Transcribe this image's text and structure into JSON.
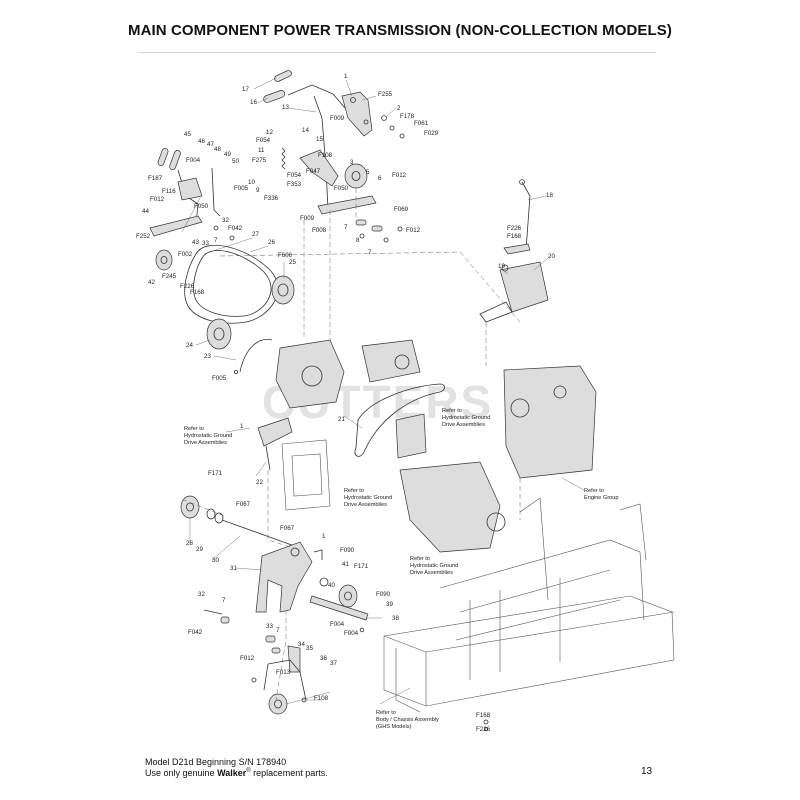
{
  "page": {
    "title": "MAIN COMPONENT POWER TRANSMISSION (NON-COLLECTION MODELS)",
    "footer_model": "Model D21d Beginning S/N 178940",
    "footer_use_pre": "Use only genuine ",
    "footer_brand": "Walker",
    "footer_reg": "®",
    "footer_use_post": " replacement parts.",
    "page_number": "13",
    "watermark": "CUTTERS"
  },
  "callouts": [
    {
      "id": "c-1a",
      "text": "1"
    },
    {
      "id": "c-17",
      "text": "17"
    },
    {
      "id": "c-16",
      "text": "16"
    },
    {
      "id": "c-13",
      "text": "13"
    },
    {
      "id": "c-F255",
      "text": "F255"
    },
    {
      "id": "c-2",
      "text": "2"
    },
    {
      "id": "c-F178",
      "text": "F178"
    },
    {
      "id": "c-F061",
      "text": "F061"
    },
    {
      "id": "c-F029",
      "text": "F029"
    },
    {
      "id": "c-F009a",
      "text": "F009"
    },
    {
      "id": "c-14",
      "text": "14"
    },
    {
      "id": "c-12",
      "text": "12"
    },
    {
      "id": "c-15",
      "text": "15"
    },
    {
      "id": "c-F054a",
      "text": "F054"
    },
    {
      "id": "c-11",
      "text": "11"
    },
    {
      "id": "c-F108a",
      "text": "F108"
    },
    {
      "id": "c-F275",
      "text": "F275"
    },
    {
      "id": "c-10",
      "text": "10"
    },
    {
      "id": "c-F054b",
      "text": "F054"
    },
    {
      "id": "c-F047",
      "text": "F047"
    },
    {
      "id": "c-F353",
      "text": "F353"
    },
    {
      "id": "c-9",
      "text": "9"
    },
    {
      "id": "c-F005a",
      "text": "F005"
    },
    {
      "id": "c-F336",
      "text": "F336"
    },
    {
      "id": "c-3",
      "text": "3"
    },
    {
      "id": "c-5",
      "text": "5"
    },
    {
      "id": "c-6",
      "text": "6"
    },
    {
      "id": "c-F012a",
      "text": "F012"
    },
    {
      "id": "c-F050a",
      "text": "F050"
    },
    {
      "id": "c-F069",
      "text": "F069"
    },
    {
      "id": "c-F009b",
      "text": "F009"
    },
    {
      "id": "c-7a",
      "text": "7"
    },
    {
      "id": "c-F008",
      "text": "F008"
    },
    {
      "id": "c-8",
      "text": "8"
    },
    {
      "id": "c-7b",
      "text": "7"
    },
    {
      "id": "c-F012b",
      "text": "F012"
    },
    {
      "id": "c-45",
      "text": "45"
    },
    {
      "id": "c-46",
      "text": "46"
    },
    {
      "id": "c-47",
      "text": "47"
    },
    {
      "id": "c-48",
      "text": "48"
    },
    {
      "id": "c-49",
      "text": "49"
    },
    {
      "id": "c-F004a",
      "text": "F004"
    },
    {
      "id": "c-50",
      "text": "50"
    },
    {
      "id": "c-F187",
      "text": "F187"
    },
    {
      "id": "c-F116",
      "text": "F116"
    },
    {
      "id": "c-F012c",
      "text": "F012"
    },
    {
      "id": "c-F050b",
      "text": "F050"
    },
    {
      "id": "c-44",
      "text": "44"
    },
    {
      "id": "c-F252",
      "text": "F252"
    },
    {
      "id": "c-32a",
      "text": "32"
    },
    {
      "id": "c-F042a",
      "text": "F042"
    },
    {
      "id": "c-43",
      "text": "43"
    },
    {
      "id": "c-33a",
      "text": "33"
    },
    {
      "id": "c-7c",
      "text": "7"
    },
    {
      "id": "c-F002",
      "text": "F002"
    },
    {
      "id": "c-27",
      "text": "27"
    },
    {
      "id": "c-26",
      "text": "26"
    },
    {
      "id": "c-F606",
      "text": "F606"
    },
    {
      "id": "c-25",
      "text": "25"
    },
    {
      "id": "c-42",
      "text": "42"
    },
    {
      "id": "c-F245",
      "text": "F245"
    },
    {
      "id": "c-F226a",
      "text": "F226"
    },
    {
      "id": "c-F168a",
      "text": "F168"
    },
    {
      "id": "c-24",
      "text": "24"
    },
    {
      "id": "c-23",
      "text": "23"
    },
    {
      "id": "c-F005b",
      "text": "F005"
    },
    {
      "id": "c-18",
      "text": "18"
    },
    {
      "id": "c-F226b",
      "text": "F226"
    },
    {
      "id": "c-F168b",
      "text": "F168"
    },
    {
      "id": "c-20",
      "text": "20"
    },
    {
      "id": "c-19",
      "text": "19"
    },
    {
      "id": "c-21",
      "text": "21"
    },
    {
      "id": "c-1b",
      "text": "1"
    },
    {
      "id": "c-22",
      "text": "22"
    },
    {
      "id": "c-F171a",
      "text": "F171"
    },
    {
      "id": "c-F067a",
      "text": "F067"
    },
    {
      "id": "c-28",
      "text": "28"
    },
    {
      "id": "c-29",
      "text": "29"
    },
    {
      "id": "c-30",
      "text": "30"
    },
    {
      "id": "c-F067b",
      "text": "F067"
    },
    {
      "id": "c-1c",
      "text": "1"
    },
    {
      "id": "c-F090a",
      "text": "F090"
    },
    {
      "id": "c-31",
      "text": "31"
    },
    {
      "id": "c-41",
      "text": "41"
    },
    {
      "id": "c-F171b",
      "text": "F171"
    },
    {
      "id": "c-40",
      "text": "40"
    },
    {
      "id": "c-F090b",
      "text": "F090"
    },
    {
      "id": "c-39",
      "text": "39"
    },
    {
      "id": "c-F004b",
      "text": "F004"
    },
    {
      "id": "c-38",
      "text": "38"
    },
    {
      "id": "c-F004c",
      "text": "F004"
    },
    {
      "id": "c-32b",
      "text": "32"
    },
    {
      "id": "c-7d",
      "text": "7"
    },
    {
      "id": "c-F042b",
      "text": "F042"
    },
    {
      "id": "c-33b",
      "text": "33"
    },
    {
      "id": "c-7e",
      "text": "7"
    },
    {
      "id": "c-34",
      "text": "34"
    },
    {
      "id": "c-F012d",
      "text": "F012"
    },
    {
      "id": "c-35",
      "text": "35"
    },
    {
      "id": "c-36",
      "text": "36"
    },
    {
      "id": "c-F013",
      "text": "F013"
    },
    {
      "id": "c-37",
      "text": "37"
    },
    {
      "id": "c-F108b",
      "text": "F108"
    },
    {
      "id": "c-F168c",
      "text": "F168"
    },
    {
      "id": "c-F226c",
      "text": "F226"
    }
  ],
  "references": {
    "hydro1": [
      "Refer to",
      "Hydrostatic Ground",
      "Drive Assemblies"
    ],
    "hydro2": [
      "Refer to",
      "Hydrostatic Ground",
      "Drive Assemblies"
    ],
    "hydro3": [
      "Refer to",
      "Hydrostatic Ground",
      "Drive Assemblies"
    ],
    "hydro4": [
      "Refer to",
      "Hydrostatic Ground",
      "Drive Assemblies"
    ],
    "engine": [
      "Refer to",
      "Engine Group"
    ],
    "body": [
      "Refer to",
      "Body / Chassis Assembly",
      "(GHS Models)"
    ]
  }
}
